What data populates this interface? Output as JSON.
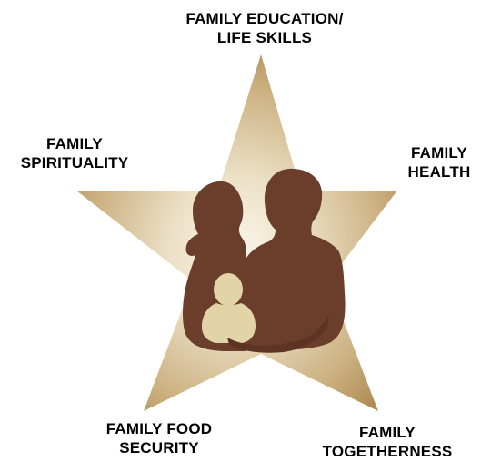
{
  "colors": {
    "star_light": "#f7f1e4",
    "star_mid": "#d8c39e",
    "star_dark": "#b9975f",
    "figure_brown": "#6b3f2c",
    "baby_tan": "#e3d4a8",
    "label_text": "#000000"
  },
  "figure": {
    "parent_left": "mother-silhouette",
    "parent_right": "father-silhouette",
    "child": "baby-silhouette"
  },
  "labels": {
    "education": {
      "line1": "FAMILY EDUCATION/",
      "line2": "LIFE SKILLS"
    },
    "spirituality": {
      "line1": "FAMILY",
      "line2": "SPIRITUALITY"
    },
    "health": {
      "line1": "FAMILY",
      "line2": "HEALTH"
    },
    "food": {
      "line1": "FAMILY FOOD",
      "line2": "SECURITY"
    },
    "togetherness": {
      "line1": "FAMILY",
      "line2": "TOGETHERNESS"
    }
  }
}
